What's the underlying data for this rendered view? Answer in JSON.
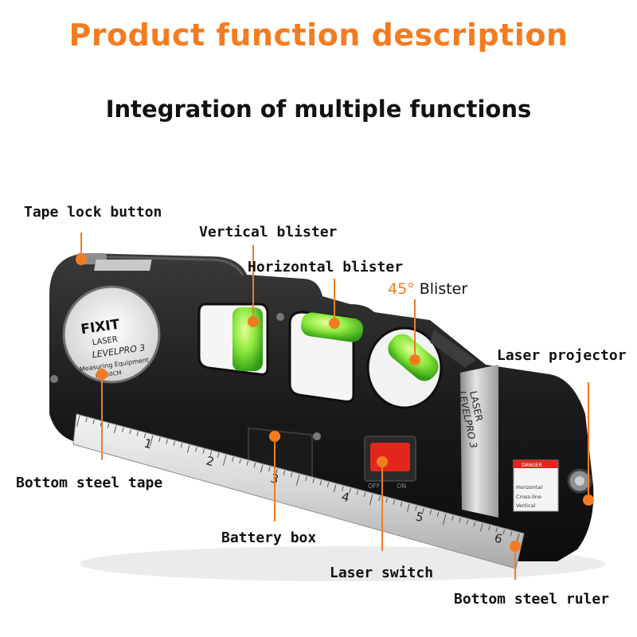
{
  "header": {
    "title": "Product function description",
    "subtitle": "Integration of multiple functions"
  },
  "callouts": {
    "tape_lock_button": "Tape lock button",
    "vertical_blister": "Vertical blister",
    "horizontal_blister": "Horizontal blister",
    "blister_45_degree": "45°",
    "blister_45_word": "Blister",
    "laser_projector": "Laser projector",
    "bottom_steel_tape": "Bottom steel tape",
    "battery_box": "Battery box",
    "laser_switch": "Laser switch",
    "bottom_steel_ruler": "Bottom steel ruler"
  },
  "device": {
    "brand": "FIXIT",
    "badge_line1": "LASER",
    "badge_line2": "LEVELPRO 3",
    "badge_line3": "Measuring Equipment",
    "badge_line4": "8'/250CM",
    "side_plate_line1": "LASER",
    "side_plate_line2": "LEVELPRO 3",
    "switch_off": "OFF",
    "switch_on": "ON",
    "warning_header": "DANGER",
    "warning_mode1": "Horizontal",
    "warning_mode2": "Cross-line",
    "warning_mode3": "Vertical",
    "ruler_marks": [
      "1",
      "2",
      "3",
      "4",
      "5",
      "6"
    ]
  },
  "colors": {
    "accent": "#f47c20",
    "body": "#1a1a1a",
    "bubble": "#7be33a",
    "switch": "#e3261c"
  }
}
